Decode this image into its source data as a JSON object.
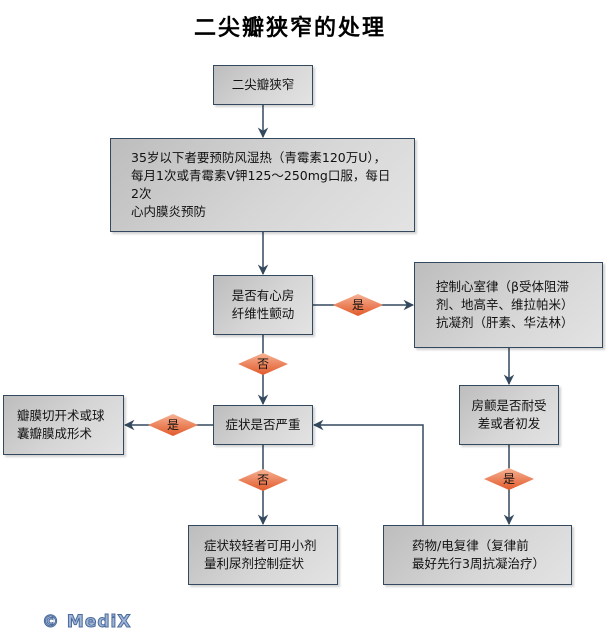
{
  "title": "二尖瓣狭窄的处理",
  "nodes": {
    "start": "二尖瓣狭窄",
    "prevention": "35岁以下者要预防风湿热（青霉素120万U），\n每月1次或青霉素V钾125～250mg口服，每日\n2次\n心内膜炎预防",
    "af_question": "是否有心房\n纤维性颤动",
    "rate_control": "控制心室律（β受体阻滞\n剂、地高辛、维拉帕米）\n抗凝剂（肝素、华法林）",
    "severity_question": "症状是否严重",
    "surgery": "瓣膜切开术或球\n囊瓣膜成形术",
    "af_tolerance_question": "房颤是否耐受\n差或者初发",
    "mild_treatment": "症状较轻者可用小剂\n量利尿剂控制症状",
    "cardioversion": "药物/电复律（复律前\n最好先行3周抗凝治疗）"
  },
  "decisions": {
    "af_yes": "是",
    "af_no": "否",
    "severe_yes": "是",
    "severe_no": "否",
    "tolerance_yes": "是"
  },
  "colors": {
    "line": "#34495e",
    "diamond_start": "#f4a37f",
    "diamond_end": "#e0602e"
  },
  "logo": "© MediX"
}
